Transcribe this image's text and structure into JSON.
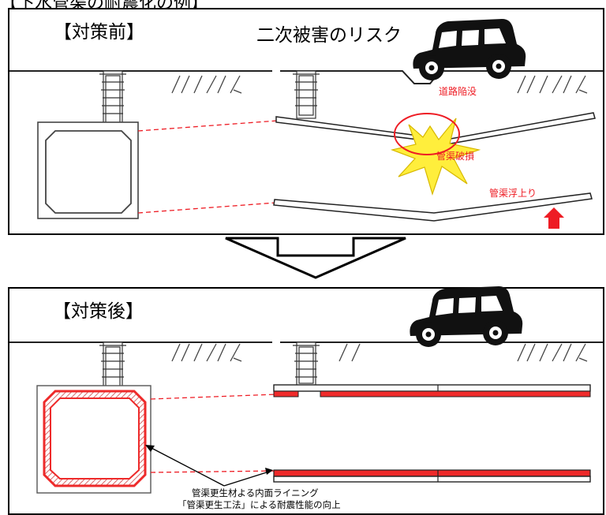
{
  "header": {
    "title": "【下水管渠の耐震化の例】"
  },
  "before": {
    "label": "【対策前】",
    "risk_title": "二次被害のリスク",
    "road_subsidence": "道路陥没",
    "pipe_damage": "管渠破損",
    "pipe_floating": "管渠浮上り"
  },
  "after": {
    "label": "【対策後】",
    "note_line1": "管渠更生材よる内面ライニング",
    "note_line2": "「管渠更生工法」による耐震性能の向上"
  },
  "colors": {
    "lining_red": "#ee2a2a",
    "label_red": "#ee1c24",
    "burst_yellow": "#ffee3c"
  },
  "icons": [
    "car-icon",
    "manhole-icon",
    "soil-hatch-icon",
    "burst-icon",
    "up-arrow-icon",
    "down-arrow-icon"
  ]
}
